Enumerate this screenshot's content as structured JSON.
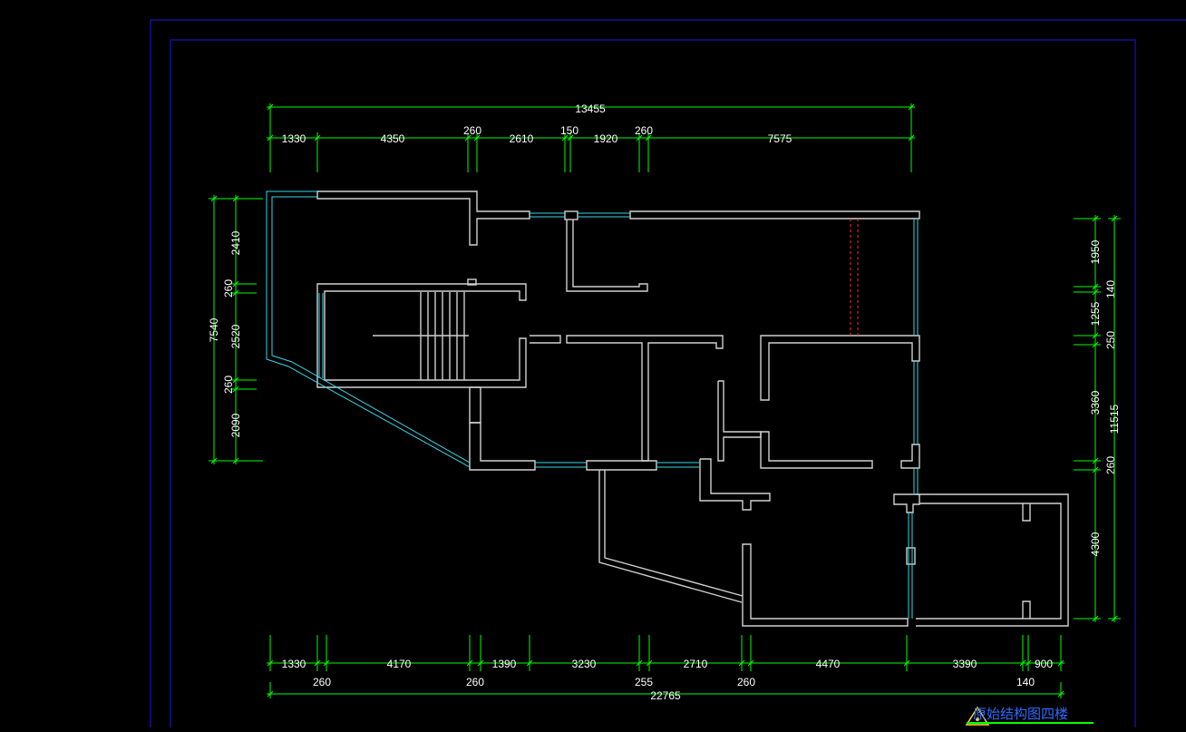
{
  "drawing": {
    "title": "原始结构图四楼",
    "colors": {
      "background": "#000000",
      "frame": "#1a1adf",
      "dimension": "#00ff00",
      "dimension_text": "#ffffff",
      "wall": "#cfcfcf",
      "window": "#38d8e8",
      "hidden": "#ff2b2b",
      "title": "#2f6bff"
    },
    "top_overall": "13455",
    "top_segments": [
      "1330",
      "4350",
      "260",
      "2610",
      "150",
      "1920",
      "260",
      "7575"
    ],
    "bottom_overall": "22765",
    "bottom_upper": [
      "1330",
      "4170",
      "1390",
      "3230",
      "2710",
      "4470",
      "3390",
      "900"
    ],
    "bottom_lower": [
      "260",
      "260",
      "255",
      "260",
      "140"
    ],
    "left_overall": "7540",
    "left_segments": [
      "2410",
      "260",
      "2520",
      "260",
      "2090"
    ],
    "right_overall": "11515",
    "right_segments": [
      "1950",
      "140",
      "1255",
      "250",
      "3360",
      "260",
      "4300"
    ]
  }
}
